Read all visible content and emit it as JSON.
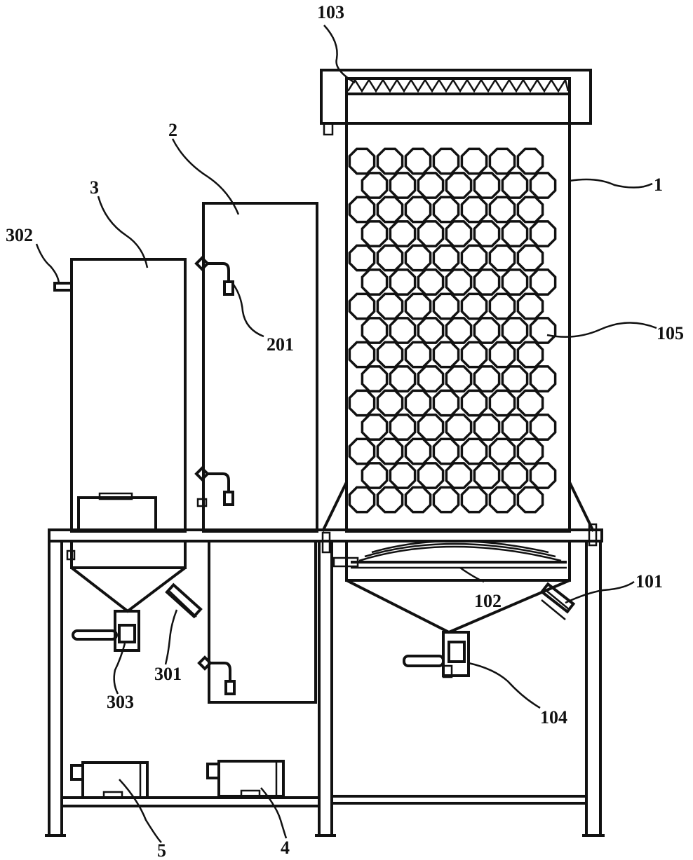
{
  "labels": {
    "l103": "103",
    "l1": "1",
    "l2": "2",
    "l3": "3",
    "l302": "302",
    "l201": "201",
    "l105": "105",
    "l101": "101",
    "l102": "102",
    "l104": "104",
    "l301": "301",
    "l303": "303",
    "l5": "5",
    "l4": "4"
  },
  "packing": {
    "rows": 15,
    "balls_per_row": 7,
    "shape": "octagon"
  }
}
